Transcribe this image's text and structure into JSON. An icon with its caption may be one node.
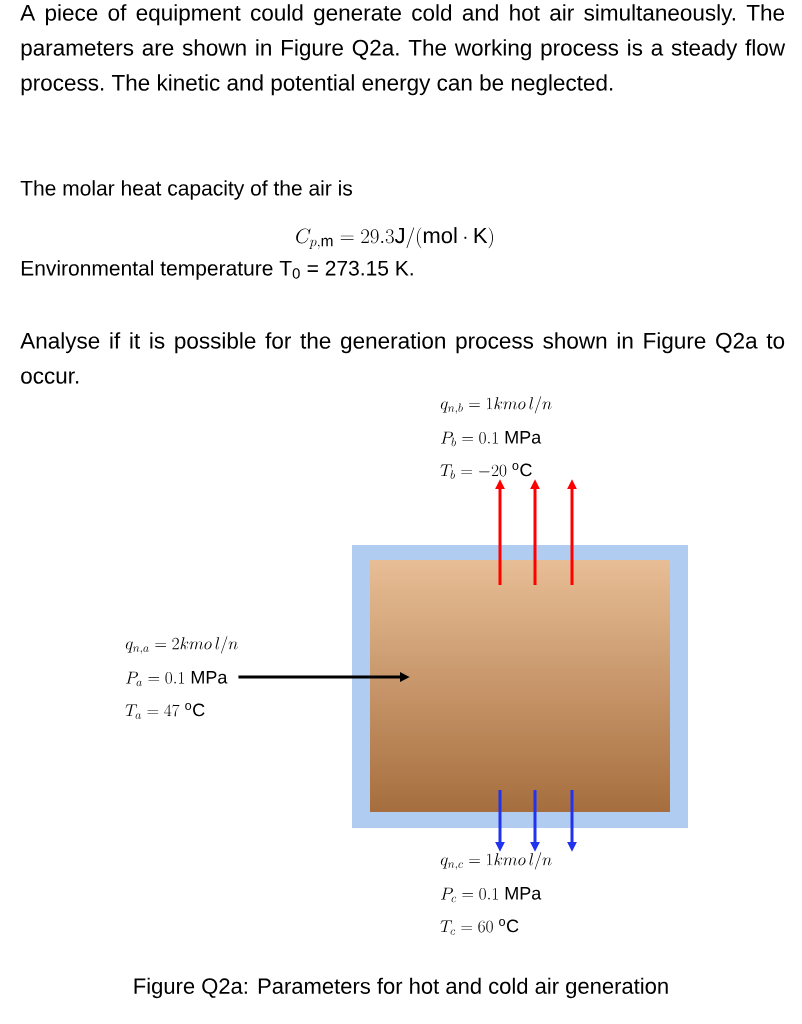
{
  "diagram": {
    "caption": "Figure Q2a: Parameters for hot and cold air generation",
    "nodes": [
      {
        "text": [],
        "shape": "box"
      },
      {
        "text": [
          "q_{n,a} = 2kmo\\,l/n",
          "P_a = 0.1\\ \\mathrm{MPa}",
          "T_a = 47\\ {}^{\\mathrm{o}}\\mathrm{C}"
        ]
      },
      {
        "text": [
          "q_{n,b} = 1kmo\\,l/n",
          "P_b = 0.1\\ \\mathrm{MPa}",
          "T_b = -20\\ {}^{\\mathrm{o}}\\mathrm{C}"
        ]
      },
      {
        "text": [
          "q_{n,c} = 1kmo\\,l/n",
          "P_c = 0.1\\ \\mathrm{MPa}",
          "T_c = 60\\ {}^{\\mathrm{o}}\\mathrm{C}"
        ]
      }
    ],
    "edges": [
      {
        "from": 1,
        "to": 0,
        "arrow": "to",
        "color": "#000000"
      },
      {
        "from": 0,
        "to": 2,
        "arrow": "to",
        "color": "#ff0000"
      },
      {
        "from": 0,
        "to": 2,
        "arrow": "to",
        "color": "#ff0000"
      },
      {
        "from": 0,
        "to": 2,
        "arrow": "to",
        "color": "#ff0000"
      },
      {
        "from": 0,
        "to": 3,
        "arrow": "to",
        "color": "#2233ee"
      },
      {
        "from": 0,
        "to": 3,
        "arrow": "to",
        "color": "#2233ee"
      },
      {
        "from": 0,
        "to": 3,
        "arrow": "to",
        "color": "#2233ee"
      }
    ],
    "labels": [
      "A piece of equipment could generate cold and hot air simultaneously. The parameters are shown in Figure Q2a. The working process is a steady flow process. The kinetic and potential energy can be neglected.",
      "The molar heat capacity of the air is",
      "C_{p,\\mathrm{m}} = 29.3\\mathrm{J/(mol\\cdot K)}",
      "Environmental temperature T$_{0}$ = 273.15 K.",
      "Analyse if it is possible for the generation process shown in Figure Q2a to occur."
    ]
  }
}
